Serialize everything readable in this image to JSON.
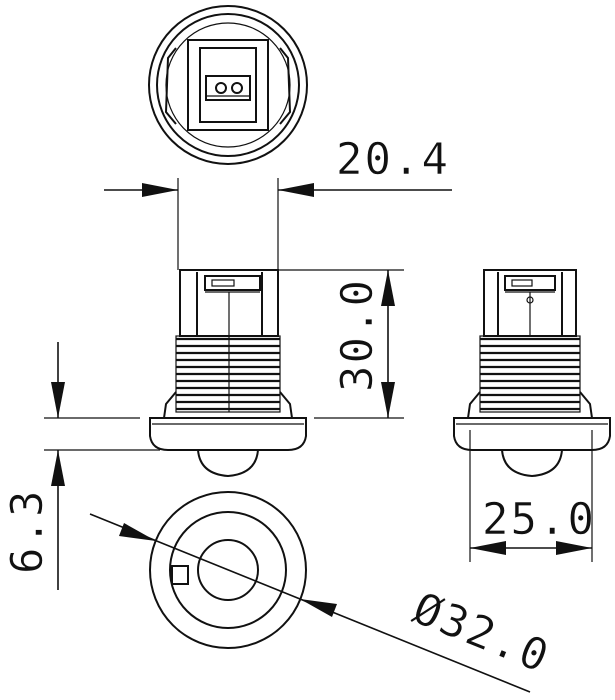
{
  "dimensions": {
    "width_top": "20.4",
    "height_body": "30.0",
    "flange_thickness": "6.3",
    "width_side": "25.0",
    "diameter": "Ø32.0"
  }
}
